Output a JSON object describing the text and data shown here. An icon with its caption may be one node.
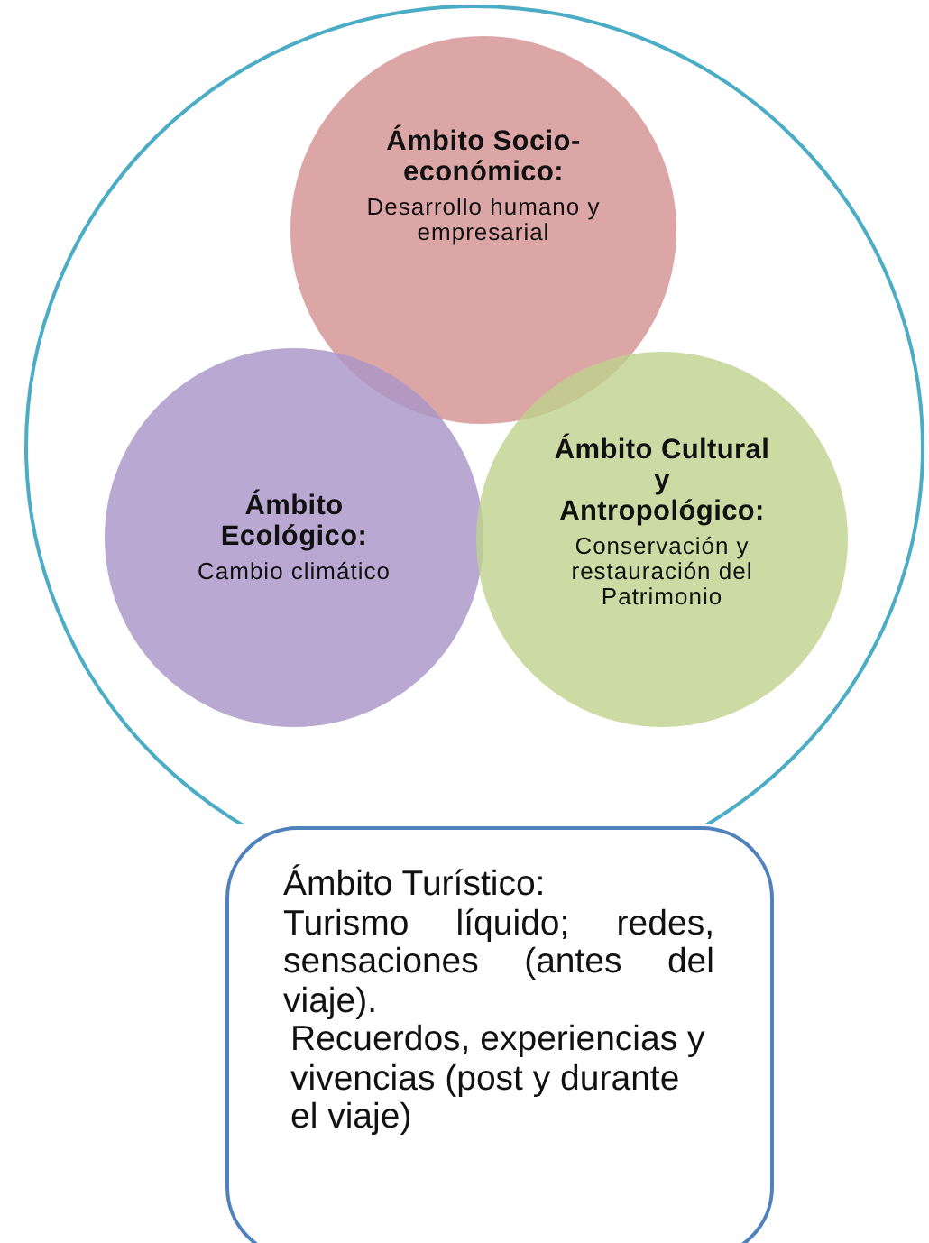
{
  "diagram": {
    "nodes": [
      {
        "text": [],
        "shape": "circle"
      },
      {
        "text": [
          "Ámbito Socio-económico:",
          "Desarrollo humano  y empresarial"
        ],
        "in": 0
      },
      {
        "text": [
          "Ámbito Ecológico:",
          "Cambio climático"
        ],
        "in": 0
      },
      {
        "text": [
          "Ámbito Cultural y Antropológico:",
          "Conservación y restauración del Patrimonio"
        ],
        "in": 0
      },
      {
        "text": [
          "Ámbito Turístico:",
          "Turismo líquido; redes, sensaciones (antes del viaje).",
          "Recuerdos, experiencias y vivencias (post y durante el viaje)"
        ]
      }
    ]
  }
}
